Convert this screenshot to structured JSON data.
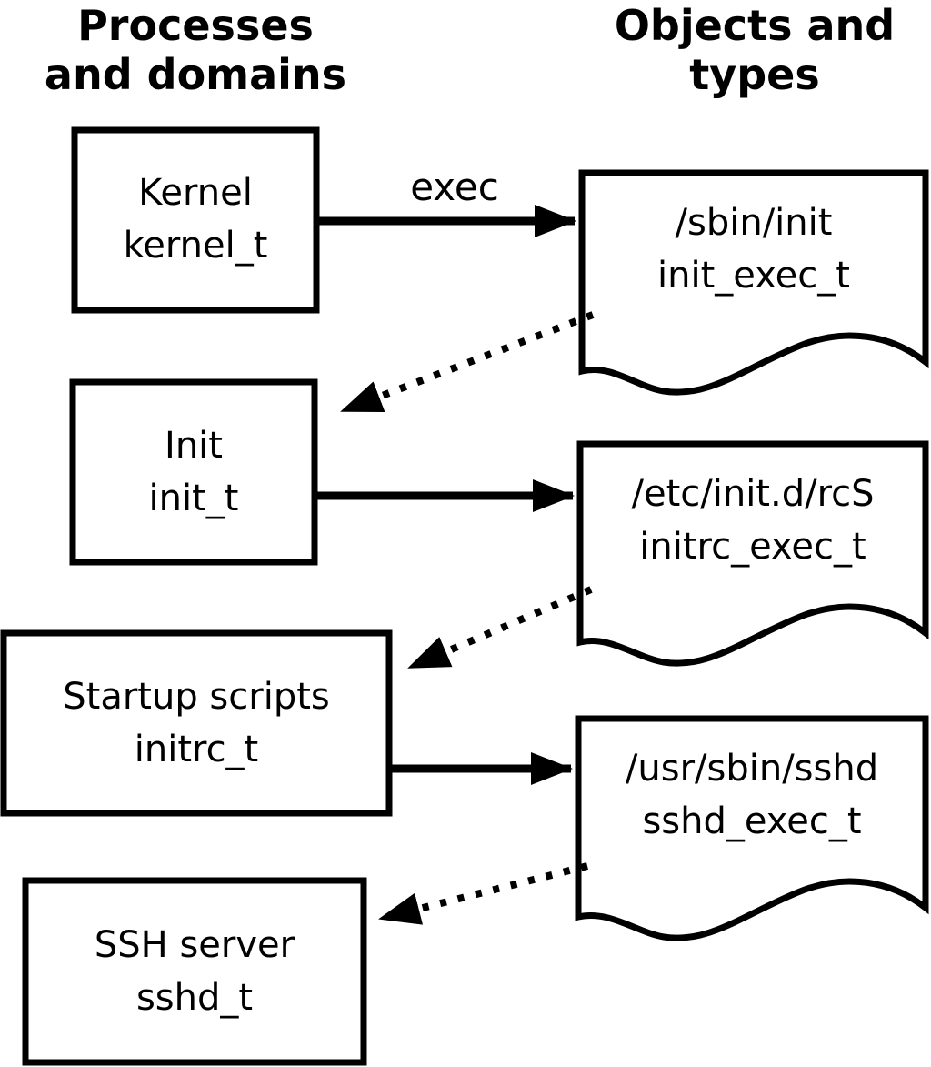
{
  "diagram": {
    "headers": {
      "left_line1": "Processes",
      "left_line2": "and domains",
      "right_line1": "Objects and",
      "right_line2": "types"
    },
    "processes": [
      {
        "line1": "Kernel",
        "line2": "kernel_t"
      },
      {
        "line1": "Init",
        "line2": "init_t"
      },
      {
        "line1": "Startup scripts",
        "line2": "initrc_t"
      },
      {
        "line1": "SSH server",
        "line2": "sshd_t"
      }
    ],
    "objects": [
      {
        "line1": "/sbin/init",
        "line2": "init_exec_t"
      },
      {
        "line1": "/etc/init.d/rcS",
        "line2": "initrc_exec_t"
      },
      {
        "line1": "/usr/sbin/sshd",
        "line2": "sshd_exec_t"
      }
    ],
    "arrow_labels": {
      "exec": "exec"
    },
    "colors": {
      "stroke": "#000000",
      "fill": "#ffffff",
      "background": "#ffffff"
    }
  }
}
